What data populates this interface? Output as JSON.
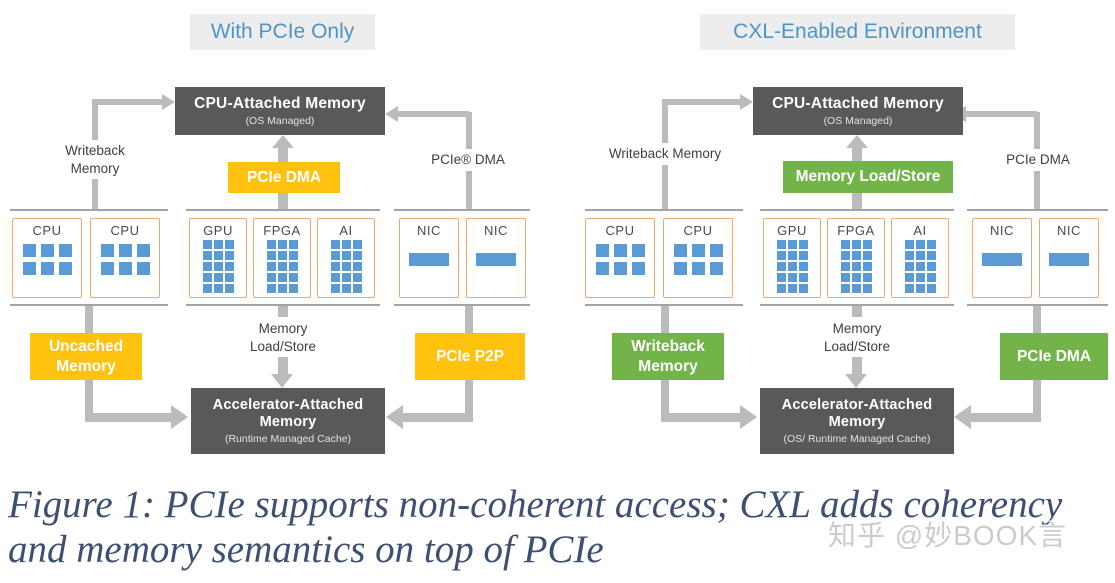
{
  "colors": {
    "tag_yellow": "#FFC20E",
    "tag_green": "#72B34A",
    "box_dark": "#58595B",
    "device_border": "#F0A96B",
    "chip_blue": "#5B9BD5",
    "arrow_gray": "#B9BBBD",
    "rail_gray": "#A3A3A3",
    "title_blue": "#4E94C8",
    "title_bg": "#EDEDED",
    "label_text": "#3F3F3F",
    "caption_text": "#3D5072",
    "watermark_gray": "#C9CCCF"
  },
  "left_diagram": {
    "title": "With PCIe Only",
    "top_box": {
      "title": "CPU-Attached Memory",
      "subtitle": "(OS Managed)"
    },
    "labels": {
      "writeback_memory": "Writeback Memory",
      "pcie_dma": "PCIe® DMA",
      "memory_load_store": "Memory Load/Store"
    },
    "flow_tags": {
      "cpu_to_mem": "PCIe DMA",
      "cpu_to_accel": "Uncached Memory",
      "nic_to_accel": "PCIe P2P"
    },
    "bottom_box": {
      "title": "Accelerator-Attached Memory",
      "subtitle": "(Runtime Managed Cache)"
    },
    "device_groups": [
      {
        "devices": [
          {
            "label": "CPU"
          },
          {
            "label": "CPU"
          }
        ]
      },
      {
        "devices": [
          {
            "label": "GPU"
          },
          {
            "label": "FPGA"
          },
          {
            "label": "AI"
          }
        ]
      },
      {
        "devices": [
          {
            "label": "NIC"
          },
          {
            "label": "NIC"
          }
        ]
      }
    ]
  },
  "right_diagram": {
    "title": "CXL-Enabled Environment",
    "top_box": {
      "title": "CPU-Attached Memory",
      "subtitle": "(OS Managed)"
    },
    "labels": {
      "writeback_memory": "Writeback Memory",
      "pcie_dma": "PCIe DMA",
      "memory_load_store": "Memory Load/Store"
    },
    "flow_tags": {
      "cpu_to_mem": "Memory Load/Store",
      "cpu_to_accel": "Writeback Memory",
      "nic_to_accel": "PCIe DMA"
    },
    "bottom_box": {
      "title": "Accelerator-Attached Memory",
      "subtitle": "(OS/ Runtime Managed Cache)"
    },
    "device_groups": [
      {
        "devices": [
          {
            "label": "CPU"
          },
          {
            "label": "CPU"
          }
        ]
      },
      {
        "devices": [
          {
            "label": "GPU"
          },
          {
            "label": "FPGA"
          },
          {
            "label": "AI"
          }
        ]
      },
      {
        "devices": [
          {
            "label": "NIC"
          },
          {
            "label": "NIC"
          }
        ]
      }
    ]
  },
  "caption": {
    "line1": "Figure 1: PCIe supports non-coherent access; CXL adds coherency",
    "line2": "and memory semantics on top of PCIe"
  },
  "watermark": "知乎 @妙BOOK言"
}
